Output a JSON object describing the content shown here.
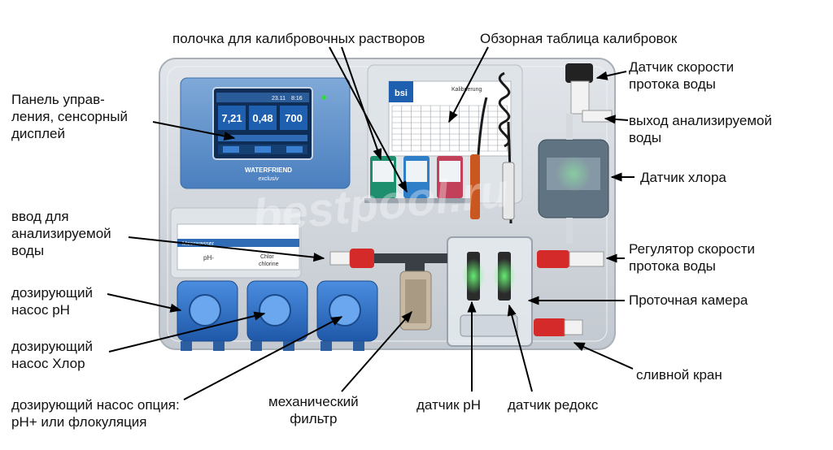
{
  "labels": {
    "calib_shelf": "полочка для калибровочных растворов",
    "calib_table": "Обзорная таблица калибровок",
    "flow_sensor": [
      "Датчик скорости",
      "протока воды"
    ],
    "panel": [
      "Панель управ-",
      "ления, сенсорный",
      "дисплей"
    ],
    "water_out": [
      "выход анализируемой",
      "воды"
    ],
    "chlorine_sensor": "Датчик хлора",
    "water_in": [
      "ввод для",
      "анализируемой",
      "воды"
    ],
    "flow_regulator": [
      "Регулятор скорости",
      "протока воды"
    ],
    "pump_ph": [
      "дозирующий",
      "насос pH"
    ],
    "flow_chamber": "Проточная камера",
    "pump_chlor": [
      "дозирующий",
      "насос Хлор"
    ],
    "drain": "сливной кран",
    "pump_option": [
      "дозирующий насос опция:",
      "pH+ или флокуляция"
    ],
    "filter": [
      "механический",
      "фильтр"
    ],
    "sensor_ph": "датчик pH",
    "sensor_redox": "датчик редокс"
  },
  "device": {
    "display_values": [
      "7,21",
      "0,48",
      "700"
    ],
    "display_time": "8:16",
    "display_date": "23.11",
    "brand": "WATERFRIEND",
    "brand_sub": "exclusiv",
    "logo": "bsi",
    "table_title": "Kalibrierung",
    "strip_title": "Messwasser",
    "strip_ph": "pH-",
    "strip_chlor": [
      "Chlor",
      "chlorine"
    ],
    "watermark": "bestpool.ru"
  },
  "colors": {
    "panel": "#d3d8de",
    "screen": "#1e5a99",
    "pump": "#2d6cc0",
    "green_led": "#35d24c",
    "red_valve": "#d42a2a"
  }
}
